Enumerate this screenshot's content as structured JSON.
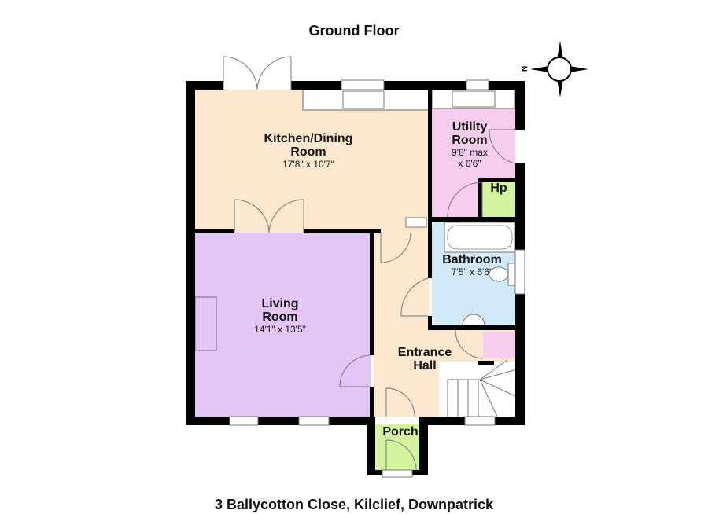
{
  "title": "Ground Floor",
  "address": "3 Ballycotton Close, Kilclief, Downpatrick",
  "compass": {
    "label": "N",
    "icon": "compass-rose-icon"
  },
  "colors": {
    "kitchen": "#fbe8cf",
    "hall": "#fbe8cf",
    "living": "#e3c6f6",
    "utility": "#f7cdee",
    "bathroom": "#d2e9fa",
    "hp": "#d3f39e",
    "porch": "#d3f39e",
    "wall": "#000000"
  },
  "rooms": {
    "kitchen": {
      "name_line1": "Kitchen/Dining",
      "name_line2": "Room",
      "dims": "17'8\" x 10'7\""
    },
    "utility": {
      "name_line1": "Utility",
      "name_line2": "Room",
      "dims_line1": "9'8\" max",
      "dims_line2": "x 6'6\""
    },
    "hp": {
      "name": "Hp"
    },
    "bathroom": {
      "name": "Bathroom",
      "dims": "7'5\" x 6'6\""
    },
    "living": {
      "name_line1": "Living",
      "name_line2": "Room",
      "dims": "14'1\" x 13'5\""
    },
    "hall": {
      "name_line1": "Entrance",
      "name_line2": "Hall"
    },
    "porch": {
      "name": "Porch"
    }
  }
}
